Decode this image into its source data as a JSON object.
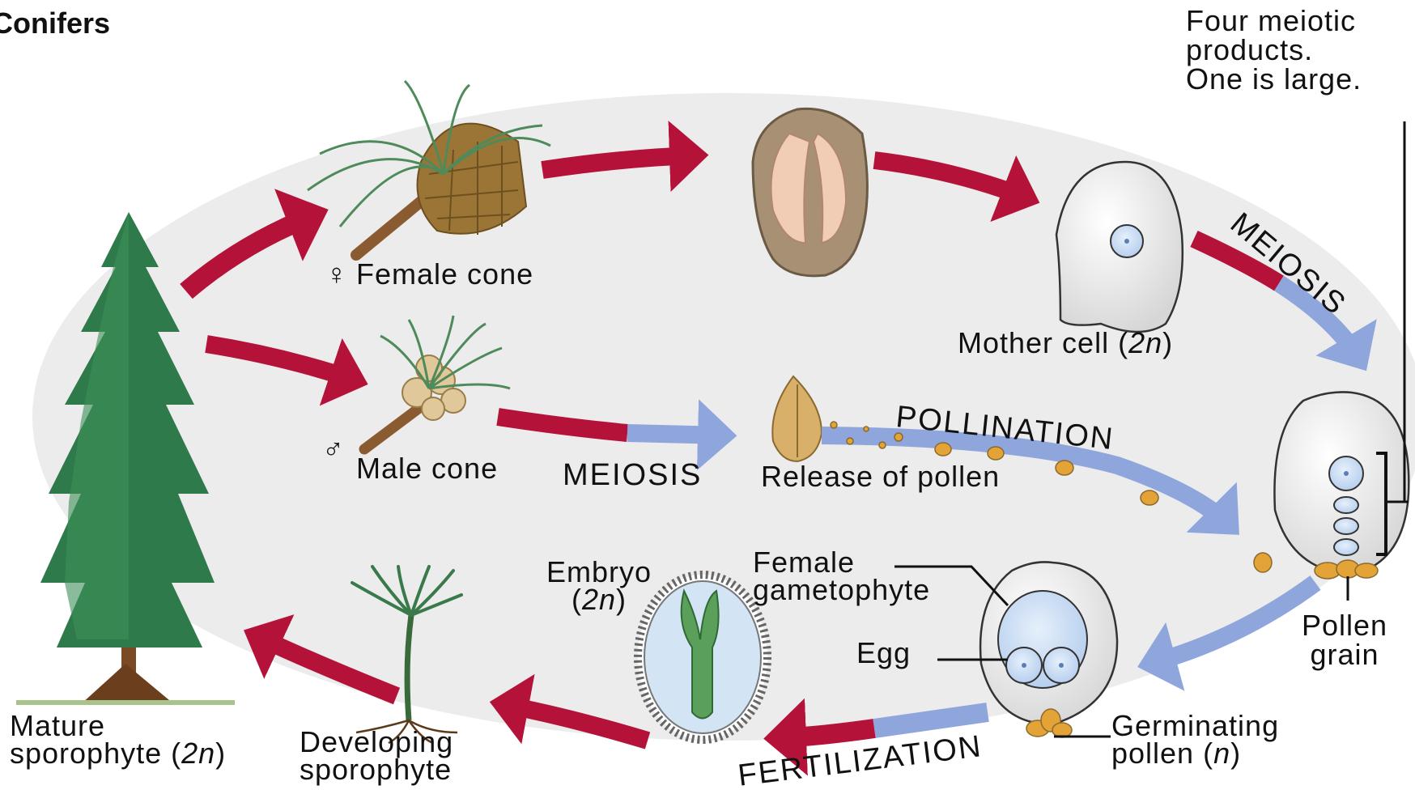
{
  "title": "Conifers",
  "labels": {
    "female_cone": "Female cone",
    "female_symbol": "♀",
    "male_cone": "Male cone",
    "male_symbol": "♂",
    "meiosis_left": "MEIOSIS",
    "release_pollen": "Release of pollen",
    "pollination": "POLLINATION",
    "mother_cell": "Mother cell (",
    "mother_cell_ploidy": "2n",
    "mother_cell_close": ")",
    "meiosis_right": "MEIOSIS",
    "four_products_1": "Four meiotic",
    "four_products_2": "products.",
    "four_products_3": "One is large.",
    "pollen_grain_1": "Pollen",
    "pollen_grain_2": "grain",
    "female_gametophyte_1": "Female",
    "female_gametophyte_2": "gametophyte",
    "egg": "Egg",
    "germinating_1": "Germinating",
    "germinating_2": "pollen (",
    "germinating_ploidy": "n",
    "germinating_close": ")",
    "fertilization": "FERTILIZATION",
    "embryo_1": "Embryo",
    "embryo_2_open": "(",
    "embryo_ploidy": "2n",
    "embryo_2_close": ")",
    "developing_1": "Developing",
    "developing_2": "sporophyte",
    "mature_1": "Mature",
    "mature_2": "sporophyte (",
    "mature_ploidy": "2n",
    "mature_close": ")"
  },
  "colors": {
    "background_oval": "#ececec",
    "diploid_arrow": "#b5123a",
    "haploid_arrow": "#8fa6dc",
    "tree_green": "#2f7a4a",
    "cone_brown": "#8a6a2e",
    "pollen": "#e3a336",
    "cell_blue": "#c8def3"
  }
}
